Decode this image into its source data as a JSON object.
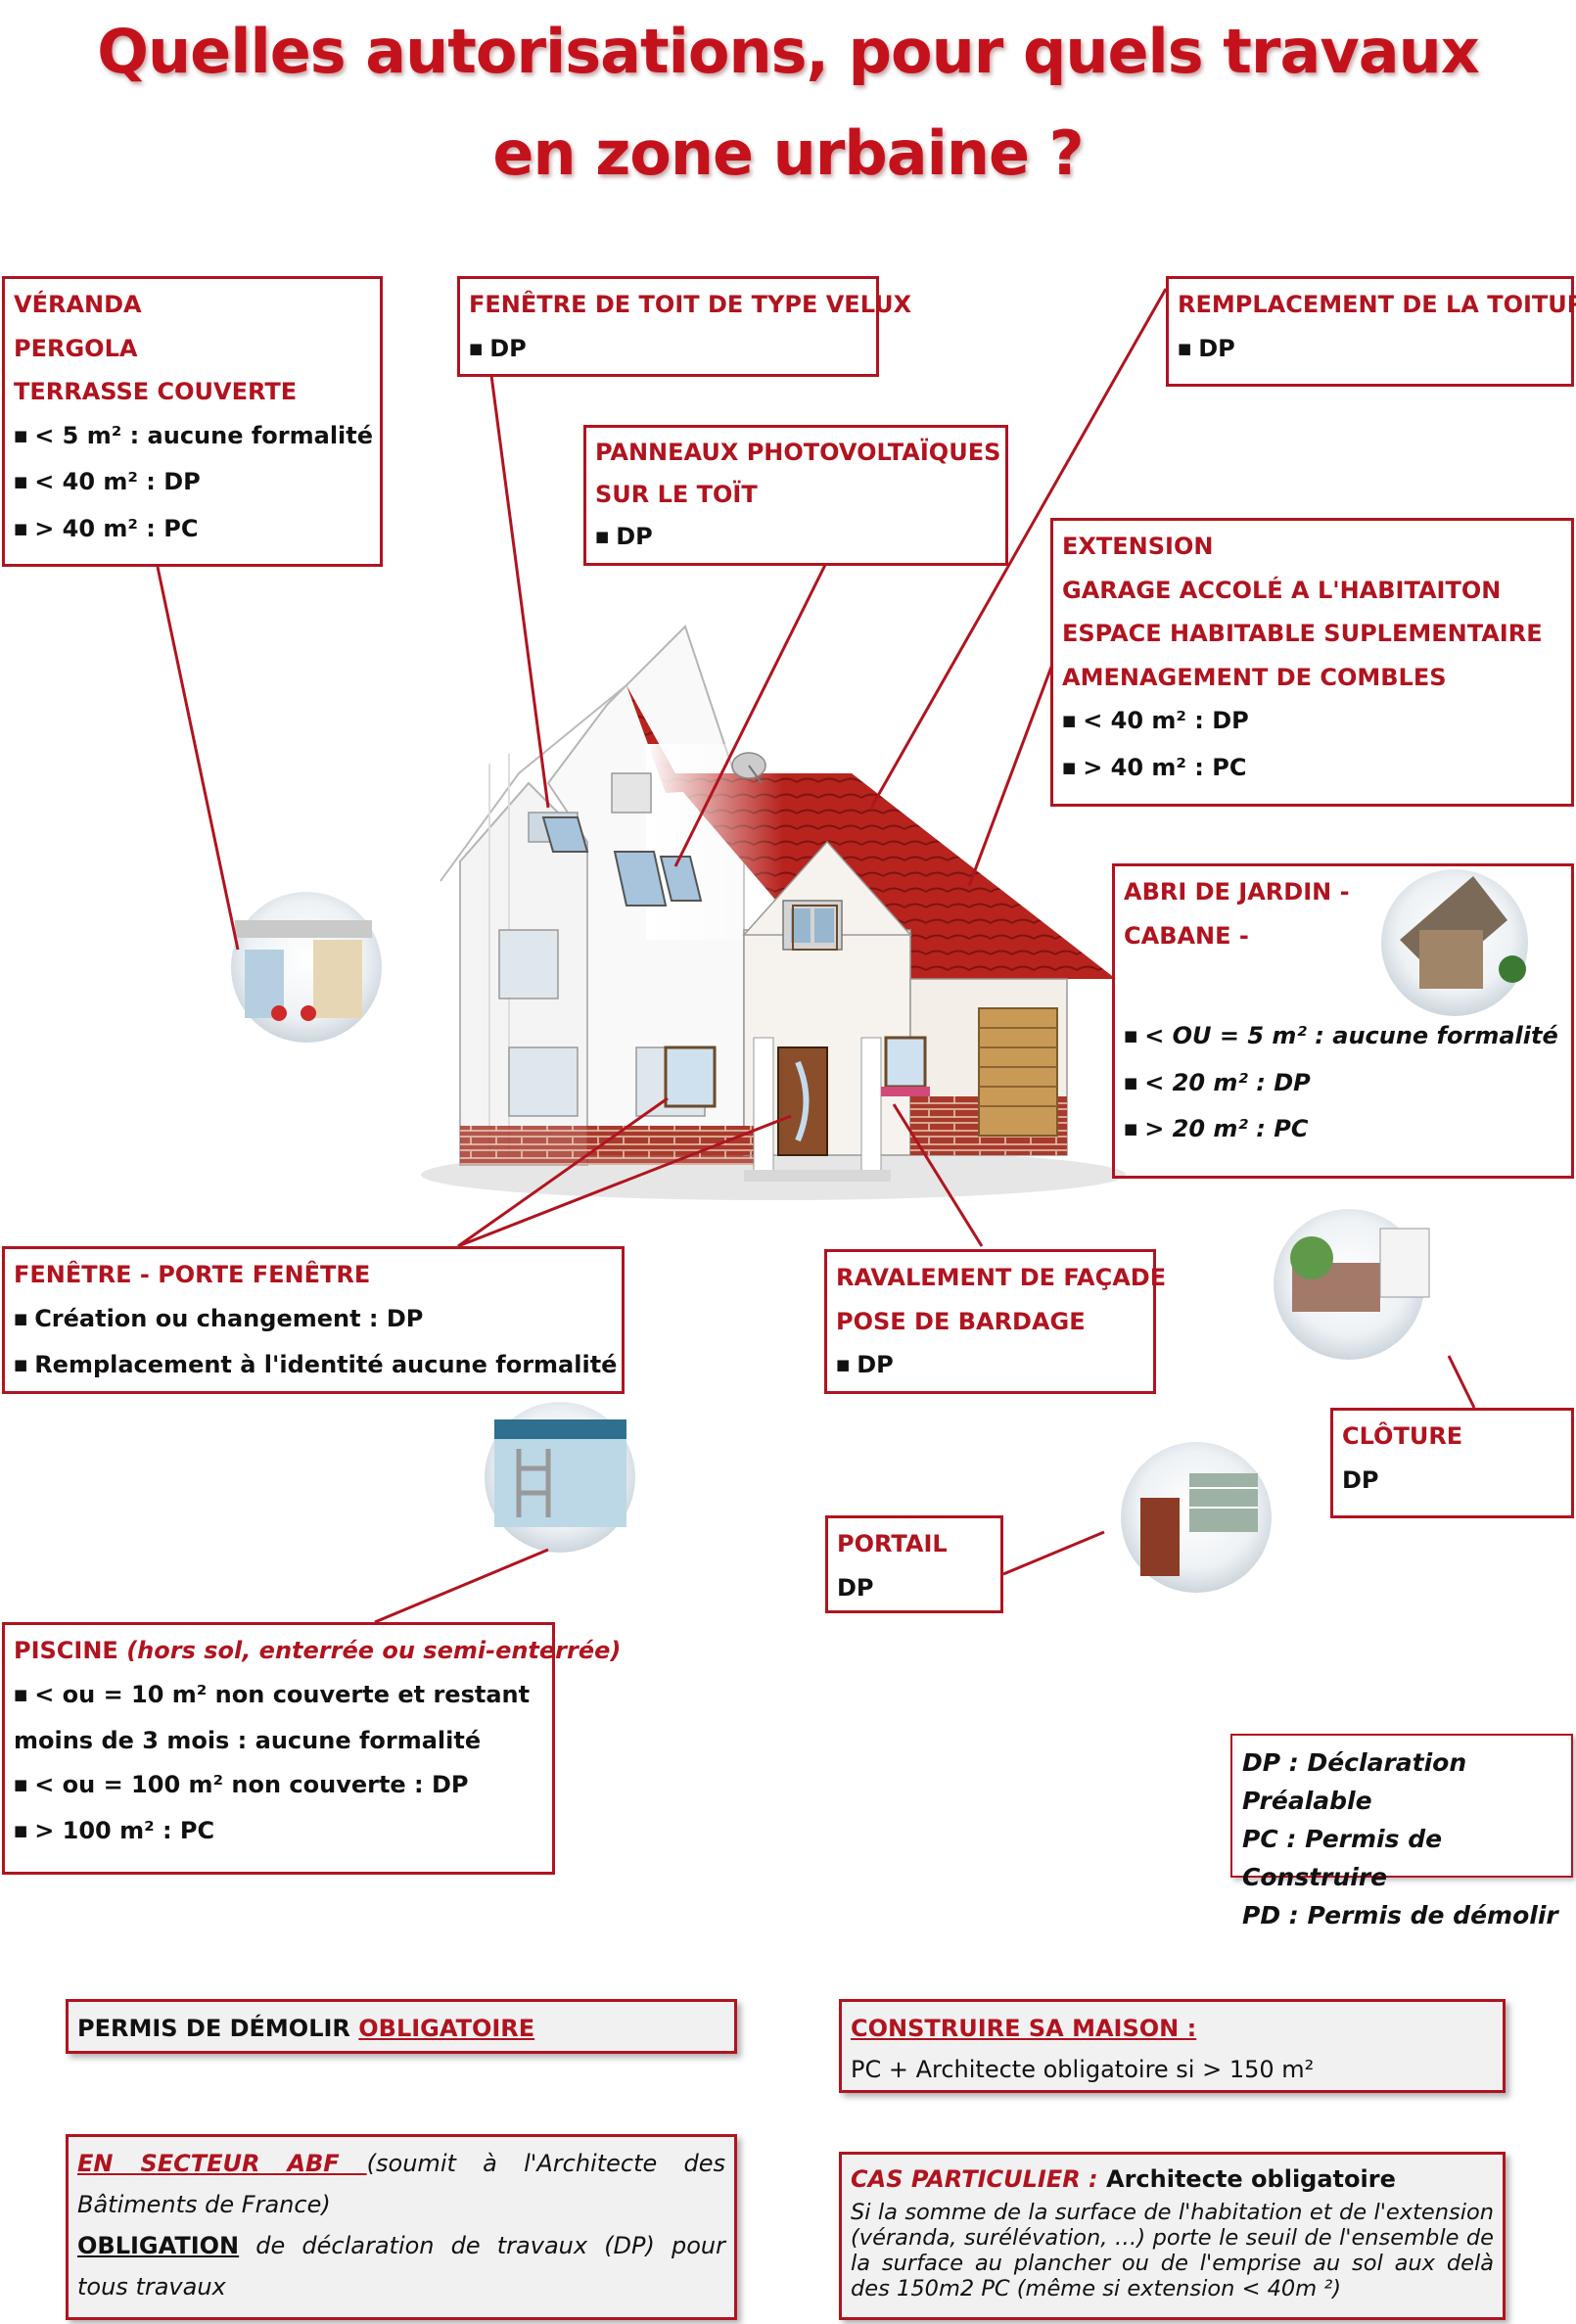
{
  "title": {
    "line1": "Quelles autorisations, pour quels travaux",
    "line2": "en zone urbaine ?"
  },
  "colors": {
    "accent": "#b0141f",
    "title": "#c4121c",
    "roof": "#b8231e",
    "brick": "#a93a2b"
  },
  "boxes": {
    "veranda": {
      "headings": [
        "VÉRANDA",
        "PERGOLA",
        "TERRASSE COUVERTE"
      ],
      "items": [
        "< 5 m² : aucune formalité",
        "< 40 m² : DP",
        "> 40 m² : PC"
      ]
    },
    "velux": {
      "heading": "FENÊTRE DE TOIT DE TYPE VELUX",
      "items": [
        "DP"
      ]
    },
    "toiture": {
      "heading": "REMPLACEMENT DE LA TOITURE",
      "items": [
        "DP"
      ]
    },
    "photovoltaique": {
      "headings": [
        "PANNEAUX PHOTOVOLTAÏQUES",
        "SUR LE TOÏT"
      ],
      "items": [
        "DP"
      ]
    },
    "extension": {
      "headings": [
        "EXTENSION",
        "GARAGE ACCOLÉ A L'HABITAITON",
        "ESPACE HABITABLE SUPLEMENTAIRE",
        "AMENAGEMENT DE COMBLES"
      ],
      "items": [
        "< 40 m² : DP",
        "> 40 m² : PC"
      ]
    },
    "abri": {
      "headings": [
        "ABRI DE JARDIN -",
        "CABANE -"
      ],
      "items": [
        "< OU = 5 m² : aucune formalité",
        "< 20 m² : DP",
        "> 20 m² : PC"
      ]
    },
    "fenetre": {
      "heading": "FENÊTRE - PORTE FENÊTRE",
      "items": [
        "Création ou changement : DP",
        "Remplacement à l'identité aucune formalité"
      ]
    },
    "ravalement": {
      "headings": [
        "RAVALEMENT DE FAÇADE",
        "POSE DE BARDAGE"
      ],
      "items": [
        "DP"
      ]
    },
    "cloture": {
      "heading": "CLÔTURE",
      "value": "DP"
    },
    "portail": {
      "heading": "PORTAIL",
      "value": "DP"
    },
    "piscine": {
      "heading": "PISCINE",
      "heading_note": "(hors sol, enterrée ou semi-enterrée)",
      "item1": "< ou = 10 m² non couverte et restant",
      "item1_cont": "moins de 3 mois : aucune formalité",
      "item2": "< ou = 100 m² non couverte : DP",
      "item3": "> 100 m² : PC"
    }
  },
  "legend": [
    "DP : Déclaration Préalable",
    "PC : Permis de Construire",
    "PD : Permis de démolir"
  ],
  "bottom": {
    "demolir": {
      "text": "PERMIS DE DÉMOLIR ",
      "emph": "OBLIGATOIRE"
    },
    "construire": {
      "heading": "CONSTRUIRE SA MAISON :",
      "text": "PC + Architecte obligatoire si > 150 m²"
    },
    "abf": {
      "lead": "EN SECTEUR ABF ",
      "lead_rest": "(soumit à l'Architecte des Bâtiments de France)",
      "obligation": "OBLIGATION",
      "obligation_rest": " de déclaration de travaux (DP) pour tous travaux"
    },
    "cas": {
      "heading": "CAS PARTICULIER :",
      "heading_rest": " Architecte obligatoire",
      "text": "Si la somme de la surface de l'habitation et de l'extension (véranda, surélévation, …) porte le seuil de l'ensemble de la surface au plancher ou de l'emprise au sol aux delà des 150m2 PC (même si extension < 40m ²)"
    }
  }
}
